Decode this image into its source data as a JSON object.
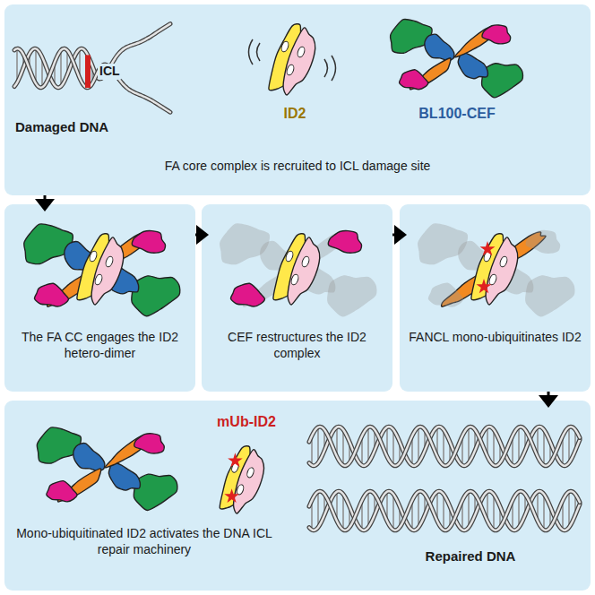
{
  "diagram": {
    "nodes": [
      {
        "text": [
          "Damaged DNA",
          "ICL",
          "ID2",
          "BL100-CEF",
          "FA core complex is recruited to ICL damage site"
        ]
      },
      {
        "text": [
          "The FA CC engages the ID2 hetero-dimer"
        ]
      },
      {
        "text": [
          "CEF restructures the ID2 complex"
        ]
      },
      {
        "text": [
          "FANCL mono-ubiquitinates ID2"
        ]
      },
      {
        "text": [
          "mUb-ID2",
          "Mono-ubiquitinated ID2 activates the DNA ICL repair machinery",
          "Repaired DNA"
        ]
      }
    ],
    "edges": [
      {
        "from": 0,
        "to": 1,
        "arrow": "to"
      },
      {
        "from": 1,
        "to": 2,
        "arrow": "to"
      },
      {
        "from": 2,
        "to": 3,
        "arrow": "to"
      },
      {
        "from": 3,
        "to": 4,
        "arrow": "to"
      }
    ]
  }
}
